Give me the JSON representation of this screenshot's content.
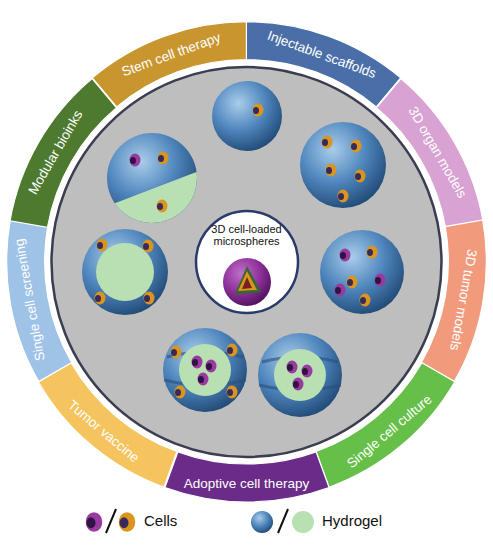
{
  "diagram": {
    "nodes": [
      {
        "text": [
          "Stem cell therapy"
        ]
      },
      {
        "text": [
          "Injectable scaffolds"
        ]
      },
      {
        "text": [
          "3D organ models"
        ]
      },
      {
        "text": [
          "3D tumor models"
        ]
      },
      {
        "text": [
          "Single cell culture"
        ]
      },
      {
        "text": [
          "Adoptive cell therapy"
        ]
      },
      {
        "text": [
          "Tumor vaccine"
        ]
      },
      {
        "text": [
          "Single cell screening"
        ]
      },
      {
        "text": [
          "Modular bioinks"
        ]
      },
      {
        "text": [
          "3D cell-loaded microspheres"
        ]
      }
    ],
    "legend": [
      {
        "text": "Cells"
      },
      {
        "text": "Hydrogel"
      }
    ]
  }
}
